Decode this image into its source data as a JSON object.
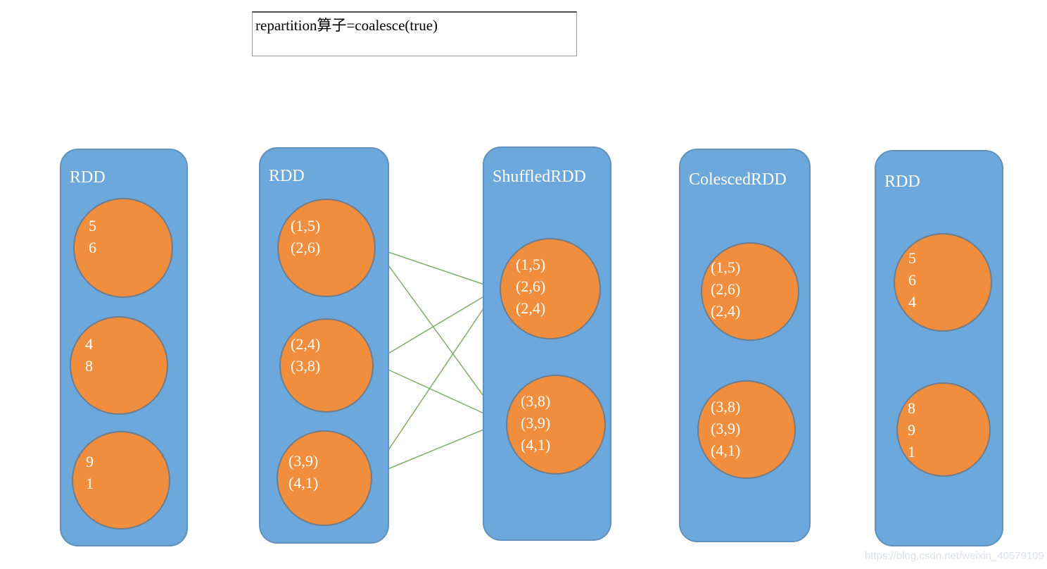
{
  "title_box": {
    "text": "repartition算子=coalesce(true)"
  },
  "watermark": "https://blog.csdn.net/weixin_40579109",
  "diagram": {
    "description": "Spark repartition (coalesce with shuffle=true) data flow across RDD partitions",
    "columns": [
      {
        "label": "RDD",
        "partitions": [
          {
            "lines": [
              "5",
              "6"
            ]
          },
          {
            "lines": [
              "4",
              "8"
            ]
          },
          {
            "lines": [
              "9",
              "1"
            ]
          }
        ]
      },
      {
        "label": "RDD",
        "partitions": [
          {
            "lines": [
              "(1,5)",
              "(2,6)"
            ]
          },
          {
            "lines": [
              "(2,4)",
              "(3,8)"
            ]
          },
          {
            "lines": [
              "(3,9)",
              "(4,1)"
            ]
          }
        ]
      },
      {
        "label": "ShuffledRDD",
        "partitions": [
          {
            "lines": [
              "(1,5)",
              "(2,6)",
              "(2,4)"
            ]
          },
          {
            "lines": [
              "(3,8)",
              "(3,9)",
              "(4,1)"
            ]
          }
        ]
      },
      {
        "label": "ColescedRDD",
        "partitions": [
          {
            "lines": [
              "(1,5)",
              "(2,6)",
              "(2,4)"
            ]
          },
          {
            "lines": [
              "(3,8)",
              "(3,9)",
              "(4,1)"
            ]
          }
        ]
      },
      {
        "label": "RDD",
        "partitions": [
          {
            "lines": [
              "5",
              "6",
              "4"
            ]
          },
          {
            "lines": [
              "8",
              "9",
              "1"
            ]
          }
        ]
      }
    ],
    "shuffle_edges": [
      {
        "from": "rdd2.partition1",
        "to": "shuffledrdd.partition1"
      },
      {
        "from": "rdd2.partition1",
        "to": "shuffledrdd.partition2"
      },
      {
        "from": "rdd2.partition2",
        "to": "shuffledrdd.partition1"
      },
      {
        "from": "rdd2.partition2",
        "to": "shuffledrdd.partition2"
      },
      {
        "from": "rdd2.partition3",
        "to": "shuffledrdd.partition1"
      },
      {
        "from": "rdd2.partition3",
        "to": "shuffledrdd.partition2"
      }
    ],
    "colors": {
      "container_fill": "#6CA8DB",
      "container_border": "#6191BC",
      "partition_fill": "#F08E3E",
      "partition_border": "#6F7D8C",
      "edge_stroke": "#7FAE6B",
      "label_text": "#FFFFFF",
      "title_text": "#000000",
      "watermark_text": "#DCE0E8"
    }
  }
}
